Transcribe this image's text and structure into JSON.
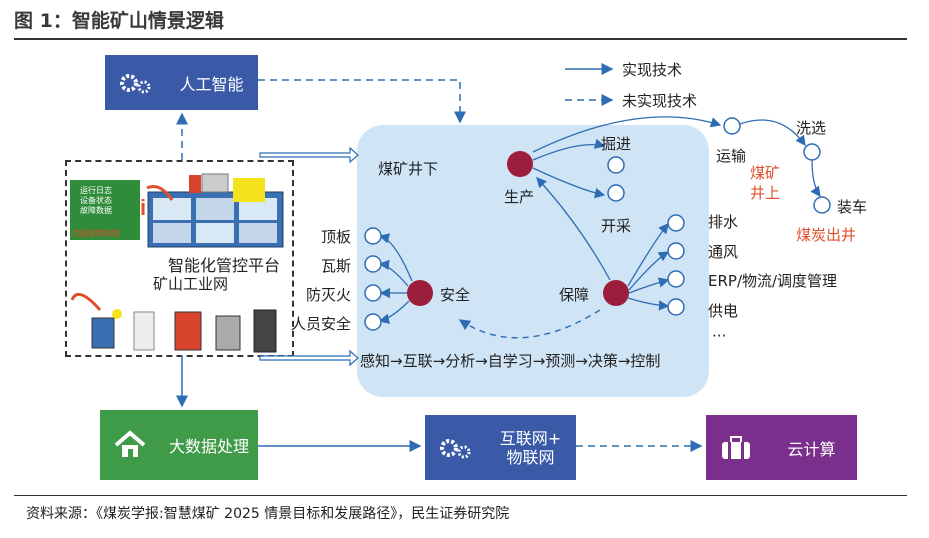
{
  "figure_title": "图 1：智能矿山情景逻辑",
  "legend": {
    "implemented": "实现技术",
    "not_implemented": "未实现技术"
  },
  "boxes": {
    "ai": "人工智能",
    "bigdata": "大数据处理",
    "iot_line1": "互联网+",
    "iot_line2": "物联网",
    "cloud": "云计算"
  },
  "platform": {
    "label_line1": "智能化管控平台",
    "label_line2": "矿山工业网",
    "screen_items": [
      "运行日志",
      "设备状态",
      "故障数据"
    ],
    "screen_footer": "范围故障排除"
  },
  "underground": {
    "title": "煤矿井下",
    "production": "生产",
    "driving": "掘进",
    "mining": "开采",
    "safety": "安全",
    "safety_items": [
      "顶板",
      "瓦斯",
      "防灭火",
      "人员安全"
    ],
    "support": "保障",
    "support_items": [
      "排水",
      "通风",
      "ERP/物流/调度管理",
      "供电",
      "···"
    ],
    "pipeline": "感知→互联→分析→自学习→预测→决策→控制"
  },
  "surface": {
    "transport": "运输",
    "washing": "洗选",
    "loading": "装车",
    "above_label": "煤矿井上",
    "coal_out": "煤炭出井"
  },
  "source_note": "资料来源：《煤炭学报:智慧煤矿 2025 情景目标和发展路径》，民生证券研究院",
  "colors": {
    "blue": "#3a5aa8",
    "green": "#3f9b47",
    "purple": "#7a2f8c",
    "node_red": "#9b1e3c",
    "panel": "#cfe4f5",
    "arrow": "#2e6db4",
    "accent_red": "#e0502c"
  }
}
